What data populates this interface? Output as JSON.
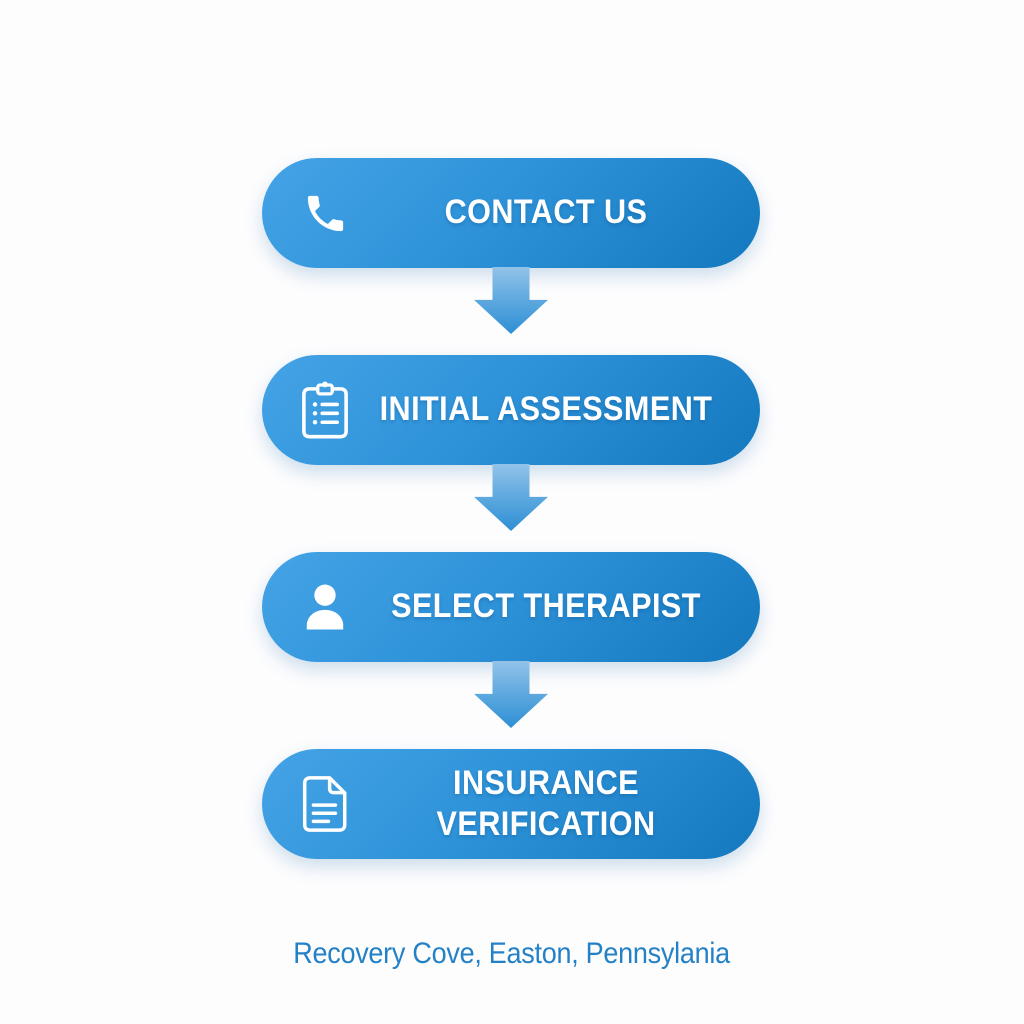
{
  "colors": {
    "background": "#fdfdfe",
    "pill_gradient_start": "#45a3e6",
    "pill_gradient_mid": "#2d92d8",
    "pill_gradient_end": "#1478be",
    "arrow_light": "#93c3e9",
    "arrow_dark": "#2e8fd4",
    "label_text": "#ffffff",
    "footer_text": "#2481c6"
  },
  "steps": [
    {
      "label": "CONTACT US",
      "icon": "phone-icon"
    },
    {
      "label": "INITIAL ASSESSMENT",
      "icon": "clipboard-checklist-icon"
    },
    {
      "label": "SELECT THERAPIST",
      "icon": "person-icon"
    },
    {
      "label": "INSURANCE VERIFICATION",
      "icon": "document-icon"
    }
  ],
  "footer": {
    "location_text": "Recovery Cove, Easton, Pennsylania"
  }
}
